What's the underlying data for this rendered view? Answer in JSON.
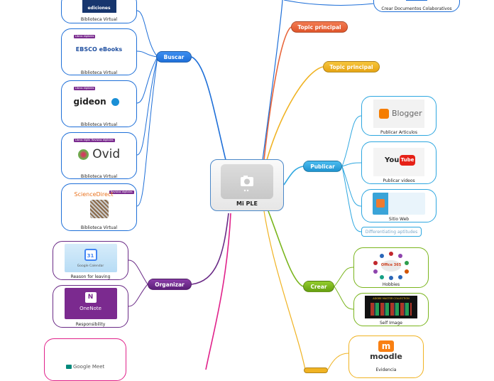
{
  "center": {
    "label": "Mi PLE"
  },
  "branches": {
    "buscar": "Buscar",
    "organizar": "Organizar",
    "topic1": "Topic principal",
    "topic2": "Topic principal",
    "publicar": "Publicar",
    "crear": "Crear"
  },
  "buscar_items": [
    {
      "logo": "ediciones",
      "caption": "Biblioteca Virtual"
    },
    {
      "logo": "EBSCO eBooks",
      "caption": "Biblioteca Virtual",
      "tag": "Libros digitales"
    },
    {
      "logo": "gideon",
      "caption": "Biblioteca Virtual",
      "tag": "Libros digitales"
    },
    {
      "logo": "Ovid",
      "caption": "Biblioteca Virtual",
      "tag": "Libros digitales",
      "tag2": "Revistas digitales"
    },
    {
      "logo": "ScienceDirect",
      "caption": "Biblioteca Virtual",
      "tag": "Revistas digitales"
    }
  ],
  "organizar_items": [
    {
      "logo": "Google Calendar",
      "logo_num": "31",
      "caption": "Reason for leaving"
    },
    {
      "logo": "OneNote",
      "caption": "Responsibility"
    },
    {
      "logo": "Google Meet",
      "caption": ""
    }
  ],
  "publicar_items": [
    {
      "logo": "Blogger",
      "caption": "Publicar Articulos"
    },
    {
      "logo": "YouTube",
      "caption": "Publicar videos"
    },
    {
      "logo": "",
      "caption": "Sitio Web"
    },
    {
      "logo": "",
      "caption": "Differentiating aptitudes"
    }
  ],
  "crear_items": [
    {
      "logo": "Office 365",
      "caption": "Hobbies"
    },
    {
      "logo": "ADOBE MASTER COLLECTION",
      "caption": "Self Image"
    }
  ],
  "other_items": [
    {
      "logo": "moodle",
      "caption": "Evidencia"
    },
    {
      "logo": "",
      "caption": "Crear Documentos Colaborativos"
    }
  ],
  "colors": {
    "blue": "#1e6fd8",
    "purple": "#6a2a86",
    "orange": "#e8653a",
    "yellow": "#f0b323",
    "lightblue": "#2ea7e0",
    "green": "#7ab51d",
    "magenta": "#e0218a"
  }
}
